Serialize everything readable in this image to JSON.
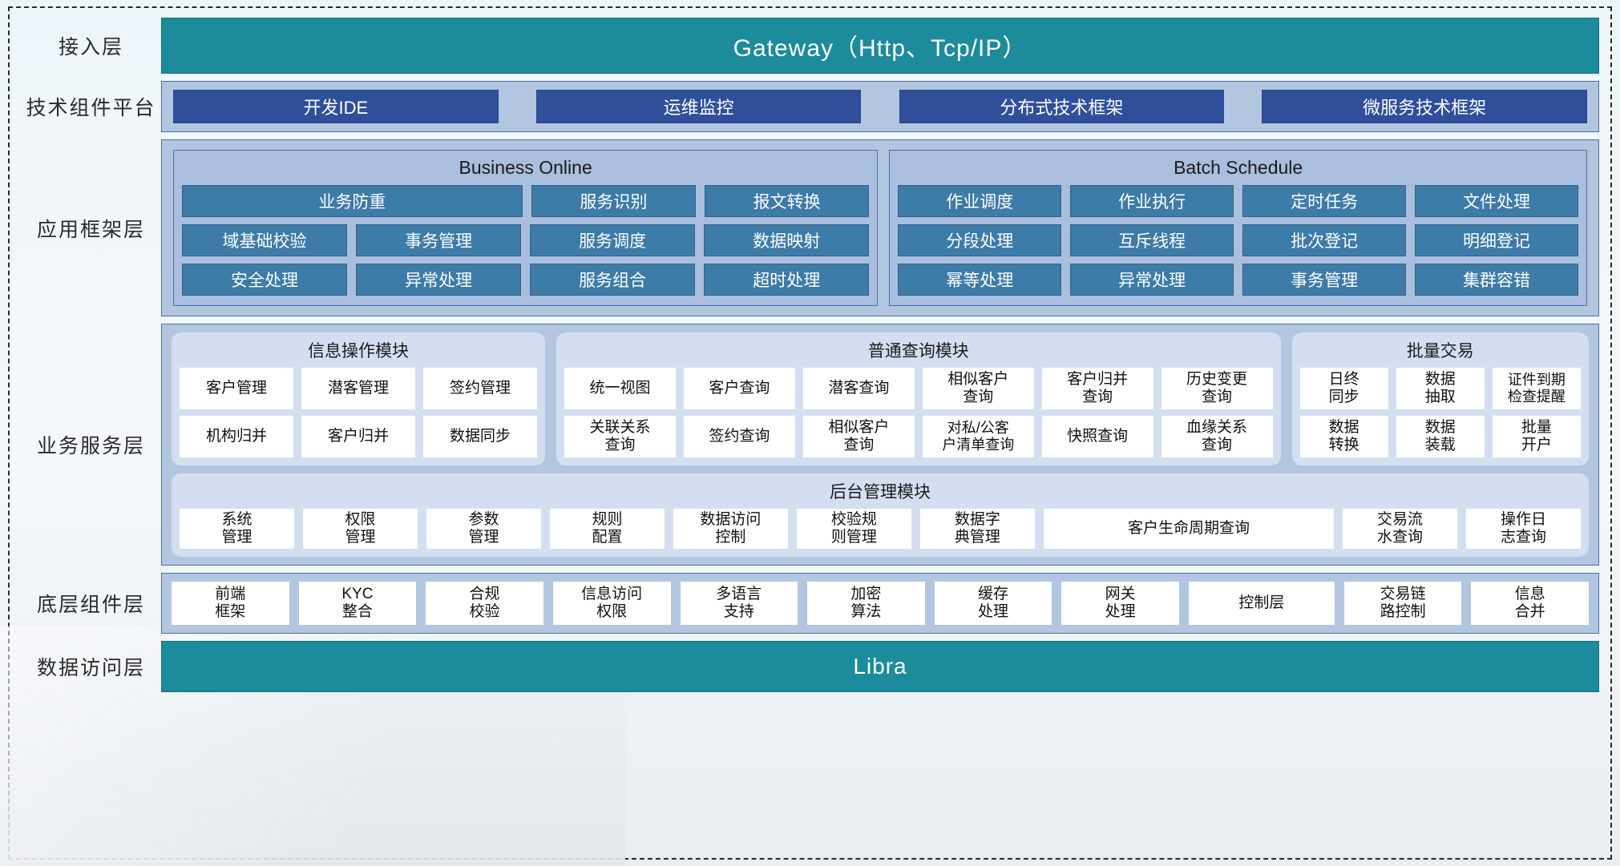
{
  "colors": {
    "teal": "#1c8b9c",
    "panel_blue": "#b3c6e0",
    "chip_navy": "#2f4f9b",
    "cell_blue": "#3d7ba8",
    "module_bg": "#d3dff1"
  },
  "layers": [
    {
      "id": "access",
      "label": "接入层",
      "bar_text": "Gateway（Http、Tcp/IP）"
    },
    {
      "id": "tech-platform",
      "label": "技术组件平台",
      "chips": [
        "开发IDE",
        "运维监控",
        "分布式技术框架",
        "微服务技术框架"
      ]
    },
    {
      "id": "app-framework",
      "label": "应用框架层",
      "groups": [
        {
          "title": "Business Online",
          "rows": [
            [
              {
                "text": "业务防重",
                "span": 2
              },
              {
                "text": "服务识别",
                "span": 1
              },
              {
                "text": "报文转换",
                "span": 1
              }
            ],
            [
              {
                "text": "域基础校验",
                "span": 1
              },
              {
                "text": "事务管理",
                "span": 1
              },
              {
                "text": "服务调度",
                "span": 1
              },
              {
                "text": "数据映射",
                "span": 1
              }
            ],
            [
              {
                "text": "安全处理",
                "span": 1
              },
              {
                "text": "异常处理",
                "span": 1
              },
              {
                "text": "服务组合",
                "span": 1
              },
              {
                "text": "超时处理",
                "span": 1
              }
            ]
          ]
        },
        {
          "title": "Batch Schedule",
          "rows": [
            [
              {
                "text": "作业调度",
                "span": 1
              },
              {
                "text": "作业执行",
                "span": 1
              },
              {
                "text": "定时任务",
                "span": 1
              },
              {
                "text": "文件处理",
                "span": 1
              }
            ],
            [
              {
                "text": "分段处理",
                "span": 1
              },
              {
                "text": "互斥线程",
                "span": 1
              },
              {
                "text": "批次登记",
                "span": 1
              },
              {
                "text": "明细登记",
                "span": 1
              }
            ],
            [
              {
                "text": "幂等处理",
                "span": 1
              },
              {
                "text": "异常处理",
                "span": 1
              },
              {
                "text": "事务管理",
                "span": 1
              },
              {
                "text": "集群容错",
                "span": 1
              }
            ]
          ]
        }
      ]
    },
    {
      "id": "business-service",
      "label": "业务服务层",
      "modules": [
        {
          "title": "信息操作模块",
          "rows": [
            [
              "客户管理",
              "潜客管理",
              "签约管理"
            ],
            [
              "机构归并",
              "客户归并",
              "数据同步"
            ]
          ]
        },
        {
          "title": "普通查询模块",
          "rows": [
            [
              "统一视图",
              "客户查询",
              "潜客查询",
              "相似客户\n查询",
              "客户归并\n查询",
              "历史变更\n查询"
            ],
            [
              "关联关系\n查询",
              "签约查询",
              "相似客户\n查询",
              "对私/公客\n户清单查询",
              "快照查询",
              "血缘关系\n查询"
            ]
          ]
        },
        {
          "title": "批量交易",
          "rows": [
            [
              "日终\n同步",
              "数据\n抽取",
              "证件到期\n检查提醒"
            ],
            [
              "数据\n转换",
              "数据\n装载",
              "批量\n开户"
            ]
          ]
        }
      ],
      "admin": {
        "title": "后台管理模块",
        "items": [
          "系统\n管理",
          "权限\n管理",
          "参数\n管理",
          "规则\n配置",
          "数据访问\n控制",
          "校验规\n则管理",
          "数据字\n典管理",
          "客户生命周期查询",
          "交易流\n水查询",
          "操作日\n志查询"
        ]
      }
    },
    {
      "id": "base-component",
      "label": "底层组件层",
      "items": [
        "前端\n框架",
        "KYC\n整合",
        "合规\n校验",
        "信息访问\n权限",
        "多语言\n支持",
        "加密\n算法",
        "缓存\n处理",
        "网关\n处理",
        "控制层",
        "交易链\n路控制",
        "信息\n合并"
      ]
    },
    {
      "id": "data-access",
      "label": "数据访问层",
      "bar_text": "Libra"
    }
  ]
}
